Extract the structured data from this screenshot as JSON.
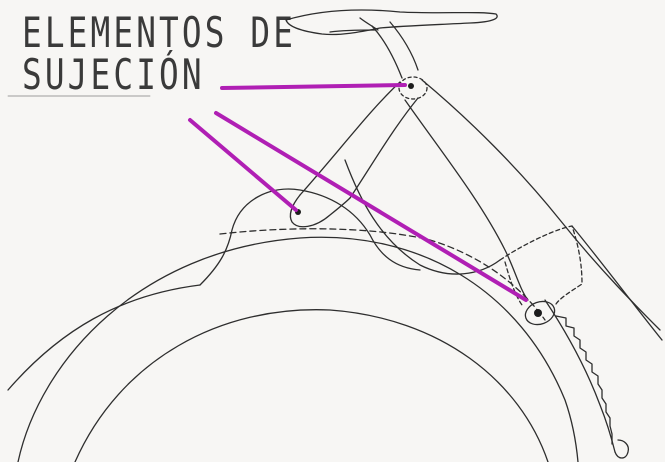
{
  "title": {
    "line1": "ELEMENTOS DE",
    "line2": "SUJECIÓN"
  },
  "colors": {
    "pencil": "#2e2e2e",
    "leader": "#b01fb4",
    "paper": "#f7f6f4"
  },
  "callouts": [
    "seat-clamp-pivot",
    "tube-joint-pivot",
    "toothed-bracket-pivot"
  ]
}
